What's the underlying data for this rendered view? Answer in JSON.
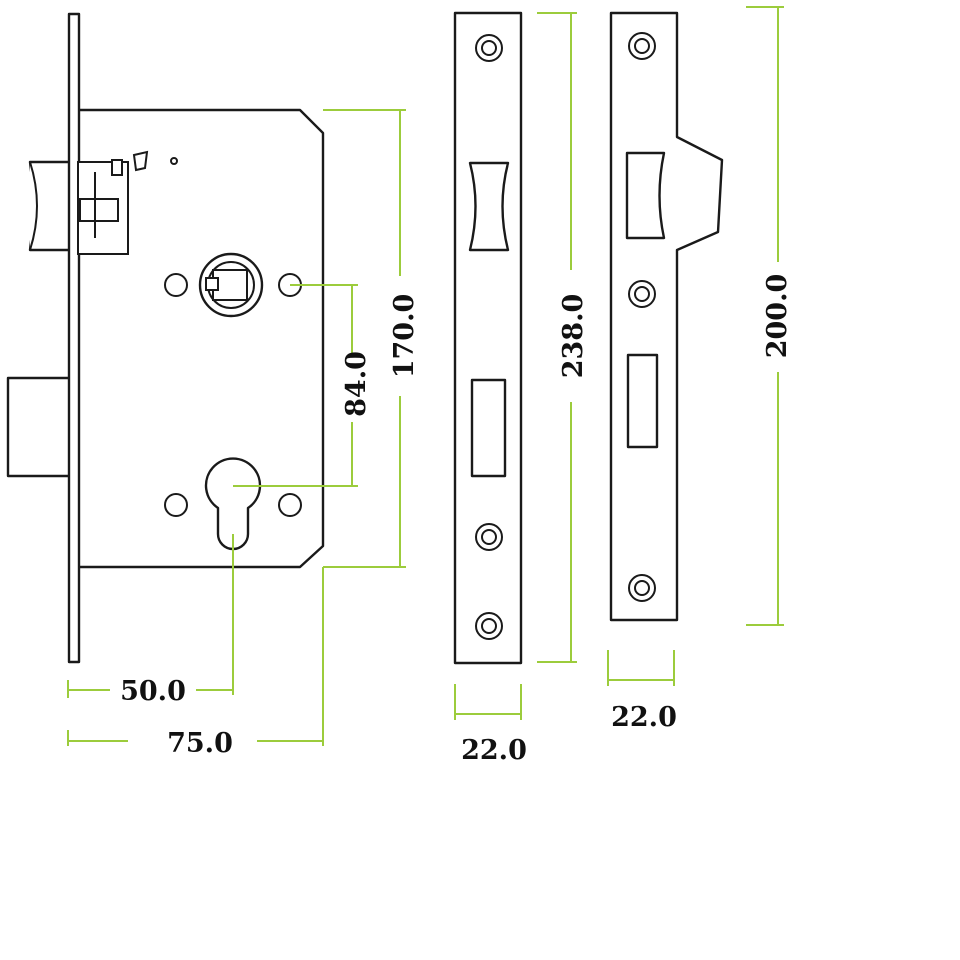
{
  "colors": {
    "outline": "#1a1a1a",
    "dimension_line": "#9ccc3c",
    "dimension_text": "#111111",
    "background": "#ffffff"
  },
  "dimensions": {
    "backset": "50.0",
    "case_depth": "75.0",
    "centres": "84.0",
    "case_height": "170.0",
    "forend_length": "238.0",
    "forend_width": "22.0",
    "strike_length": "200.0",
    "strike_width": "22.0"
  }
}
